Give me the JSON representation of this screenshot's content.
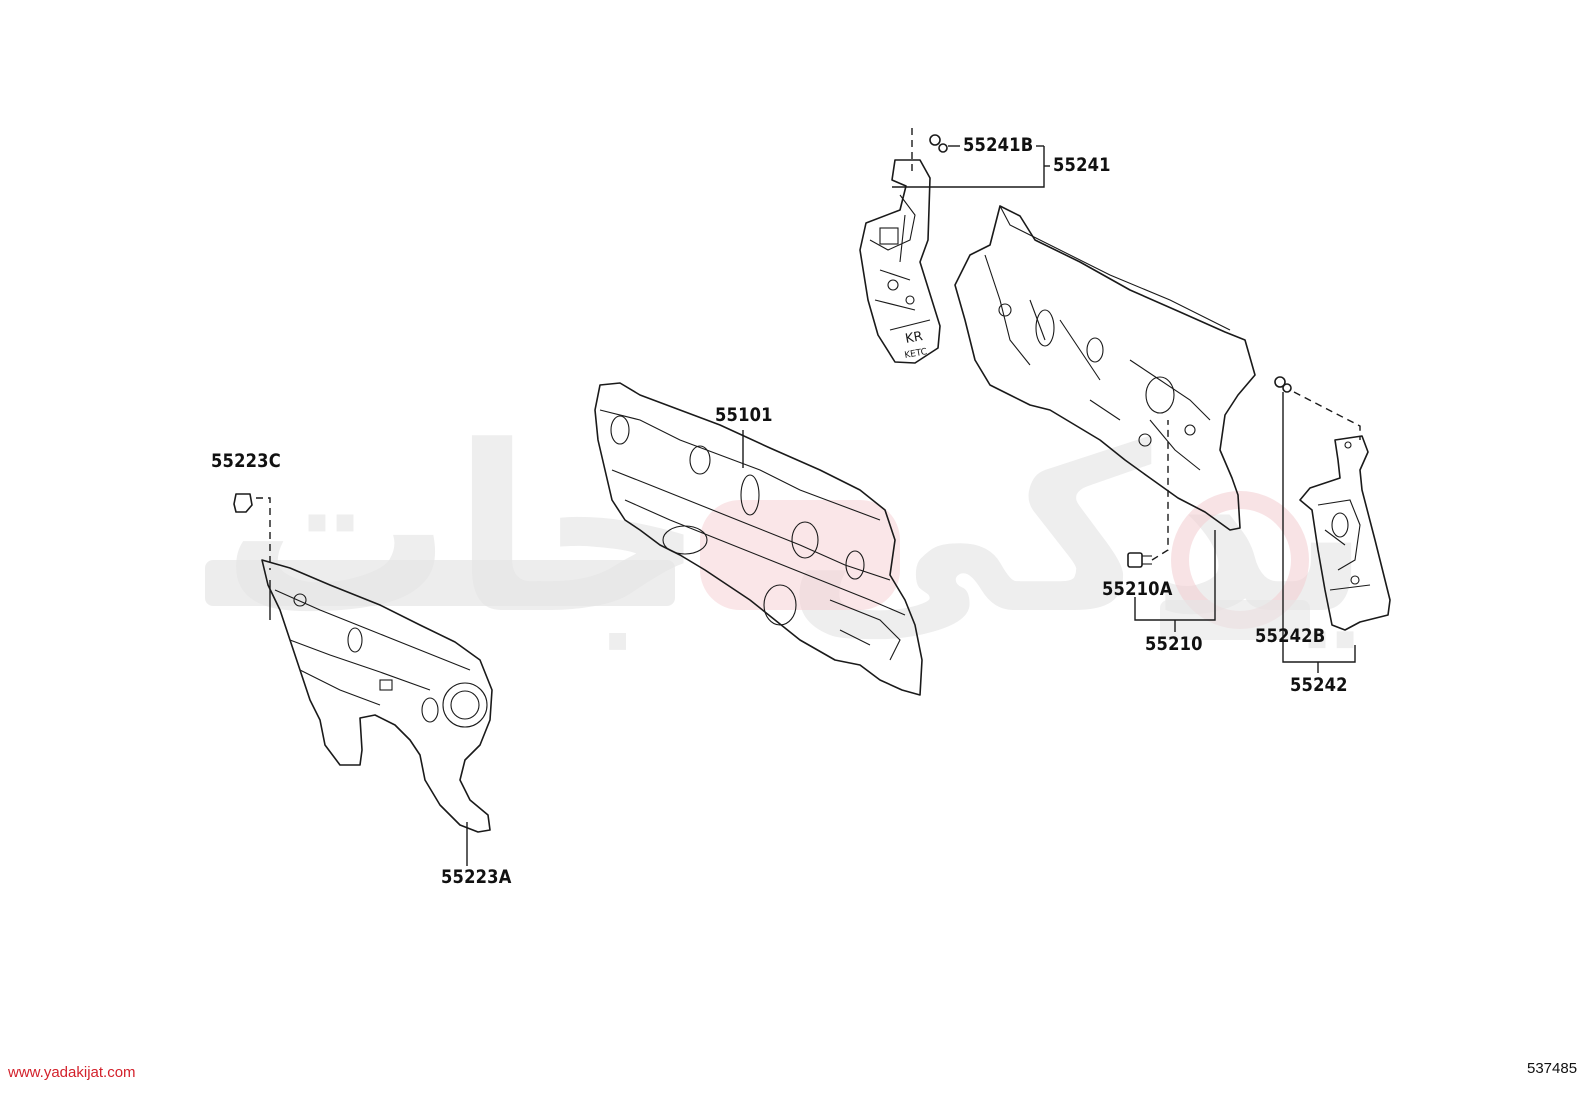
{
  "diagram": {
    "labels": {
      "p55241B": "55241B",
      "p55241": "55241",
      "p55101": "55101",
      "p55223C": "55223C",
      "p55223A": "55223A",
      "p55210A": "55210A",
      "p55210": "55210",
      "p55242B": "55242B",
      "p55242": "55242"
    },
    "part_markings": [
      "KR",
      "KETC"
    ],
    "watermark_text": "یدکی جات",
    "footer": {
      "website": "www.yadakijat.com",
      "figure_number": "537485"
    }
  },
  "colors": {
    "line": "#1a1a1a",
    "watermark_gray": "#e3e3e3",
    "watermark_red": "#f4c8cc",
    "website_red": "#d3212b",
    "part_tint": "#f5e6e6"
  }
}
